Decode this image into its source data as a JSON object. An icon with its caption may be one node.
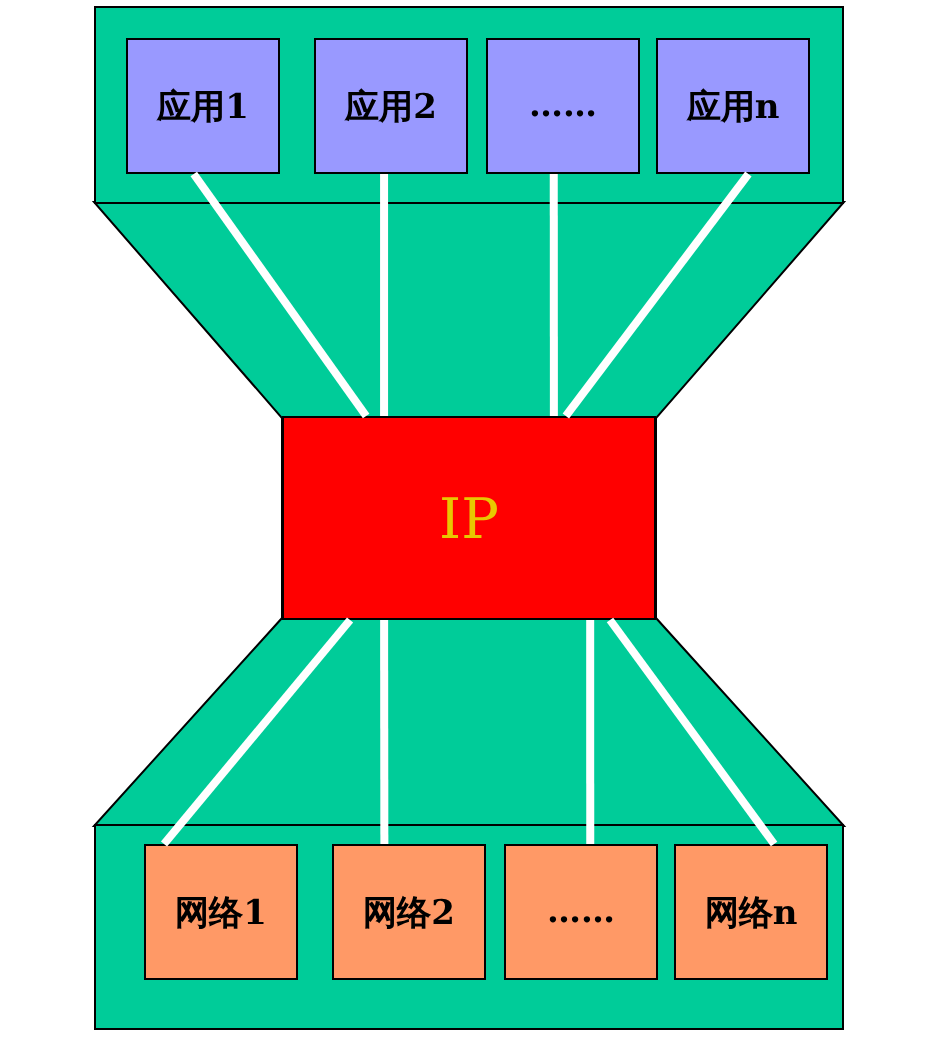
{
  "diagram": {
    "nodes": [
      {
        "text": [],
        "shape": "box"
      },
      {
        "text": [
          "应用1"
        ],
        "in": 0
      },
      {
        "text": [
          "应用2"
        ],
        "in": 0
      },
      {
        "text": [
          "……"
        ],
        "in": 0
      },
      {
        "text": [
          "应用n"
        ],
        "in": 0
      },
      {
        "text": [
          "IP"
        ]
      },
      {
        "text": [],
        "shape": "box"
      },
      {
        "text": [
          "网络1"
        ],
        "in": 6
      },
      {
        "text": [
          "网络2"
        ],
        "in": 6
      },
      {
        "text": [
          "……"
        ],
        "in": 6
      },
      {
        "text": [
          "网络n"
        ],
        "in": 6
      }
    ],
    "edges": [
      {
        "from": 1,
        "to": 5,
        "arrow": "none"
      },
      {
        "from": 2,
        "to": 5,
        "arrow": "none"
      },
      {
        "from": 3,
        "to": 5,
        "arrow": "none"
      },
      {
        "from": 4,
        "to": 5,
        "arrow": "none"
      },
      {
        "from": 5,
        "to": 7,
        "arrow": "none"
      },
      {
        "from": 5,
        "to": 8,
        "arrow": "none"
      },
      {
        "from": 5,
        "to": 9,
        "arrow": "none"
      },
      {
        "from": 5,
        "to": 10,
        "arrow": "none"
      }
    ]
  }
}
